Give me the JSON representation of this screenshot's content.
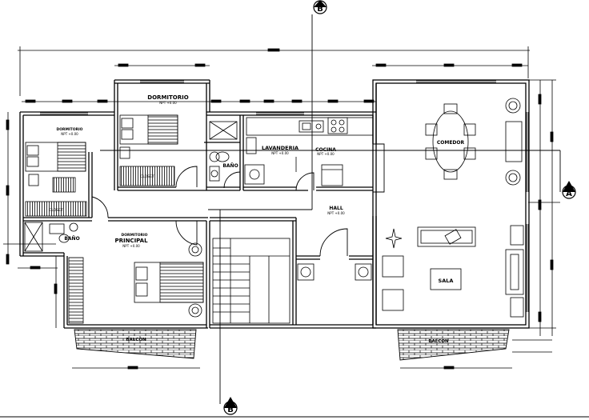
{
  "plan": {
    "rooms": {
      "dormitorio": "DORMITORIO",
      "dormitorio_level": "NPT +0.00",
      "bano_top": "BAÑO",
      "lavanderia": "LAVANDERIA",
      "lavanderia_level": "NPT +0.00",
      "cocina": "COCINA",
      "cocina_level": "NPT +0.00",
      "comedor": "COMEDOR",
      "dorm_left": "DORMITORIO",
      "dorm_left_level": "NPT +0.00",
      "closet_left": "CLOSET",
      "closet_top": "CLOSET",
      "bano_left": "BAÑO",
      "principal": "PRINCIPAL",
      "principal_head": "DORMITORIO",
      "principal_level": "NPT +0.00",
      "hall": "HALL",
      "hall_level": "NPT +0.00",
      "sala": "SALA",
      "balcon_left": "BALCON",
      "balcon_right": "BALCON"
    },
    "section_marks": {
      "top": "B",
      "bottom": "B",
      "right": "A"
    }
  }
}
